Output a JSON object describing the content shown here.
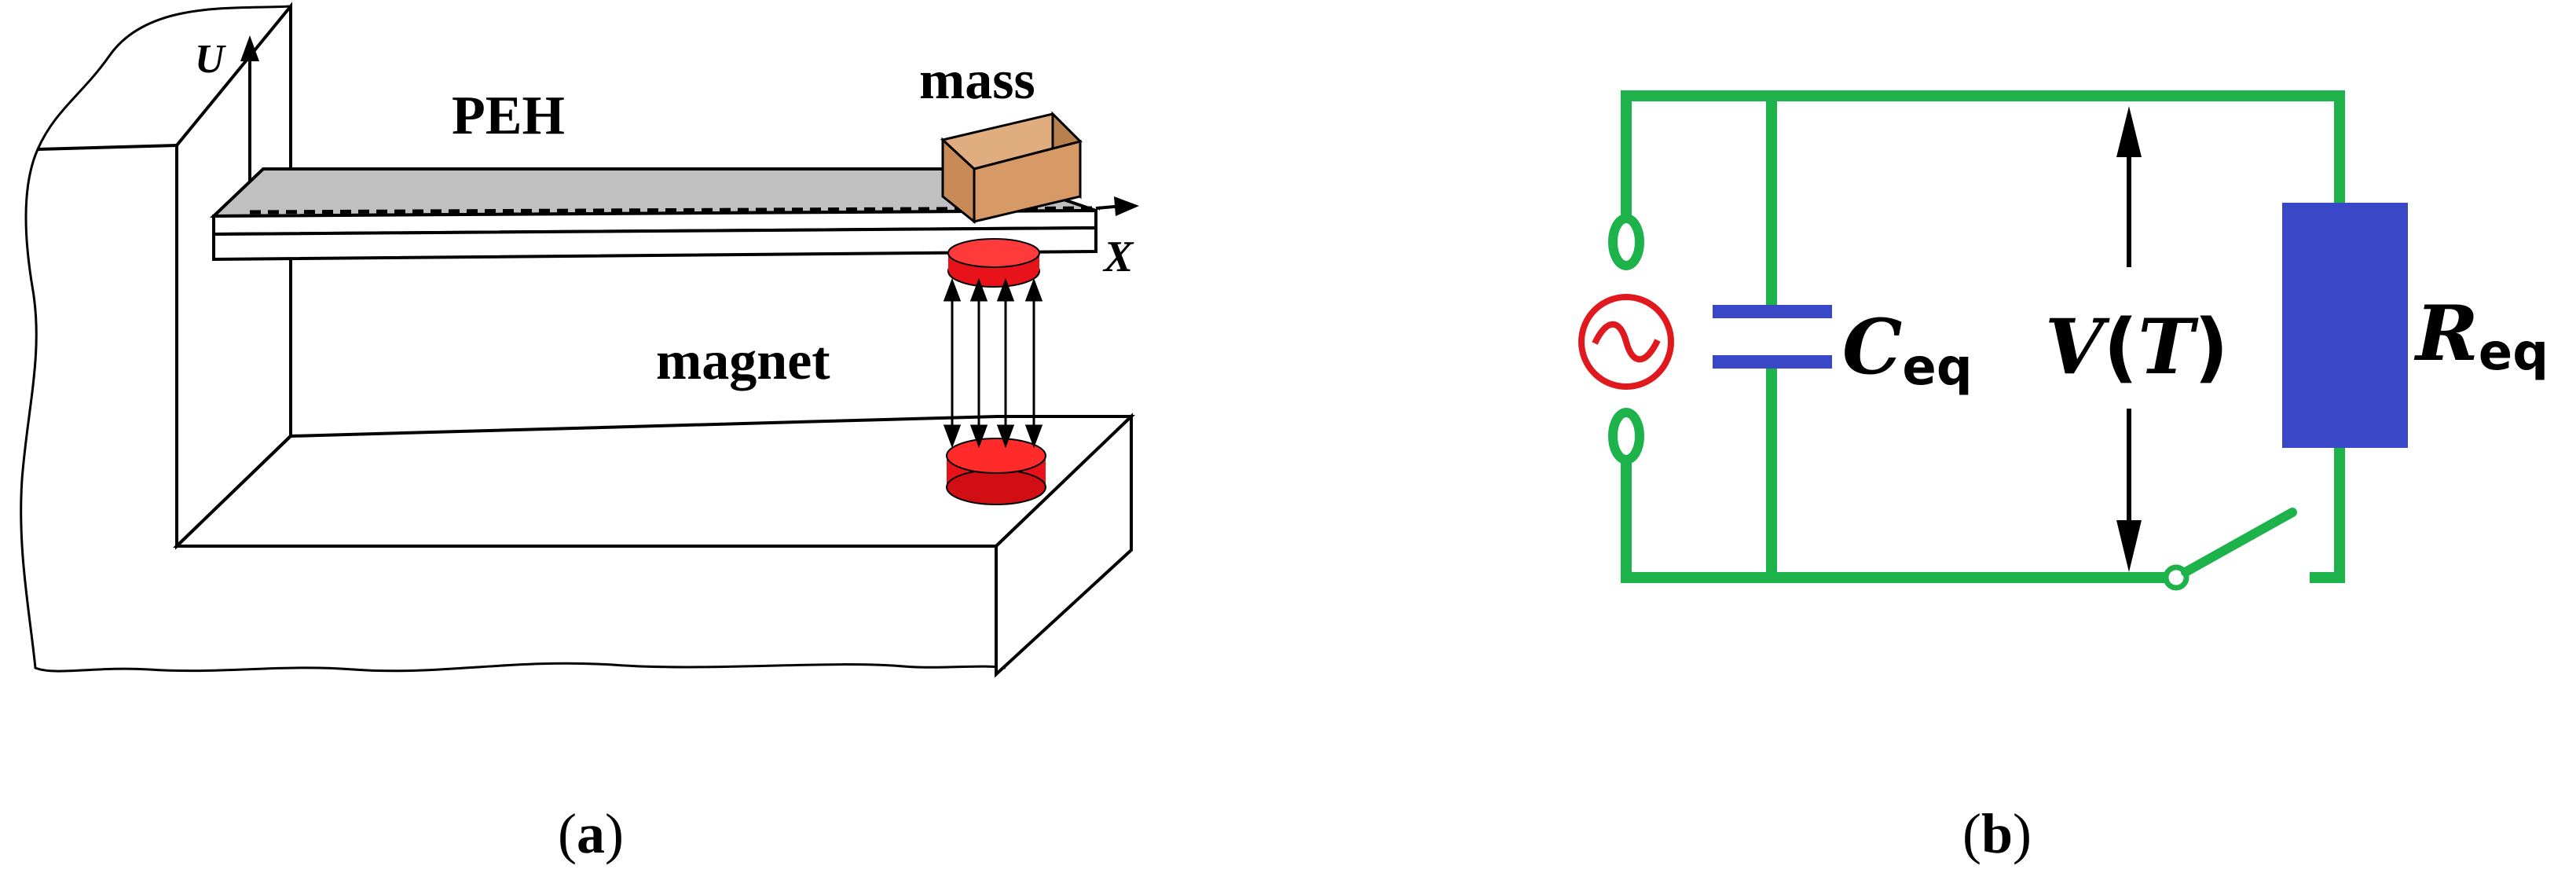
{
  "panel_a": {
    "label_U": "U",
    "label_PEH": "PEH",
    "label_mass": "mass",
    "label_X": "X",
    "label_magnet": "magnet",
    "caption_open": "(",
    "caption_letter": "a",
    "caption_close": ")"
  },
  "panel_b": {
    "label_C": "C",
    "label_C_sub": "eq",
    "label_V": "V",
    "label_V_paren_open": "(",
    "label_V_T": "T",
    "label_V_paren_close": ")",
    "label_R": "R",
    "label_R_sub": "eq",
    "caption_open": "(",
    "caption_letter": "b",
    "caption_close": ")"
  },
  "colors": {
    "wire": "#1DB24A",
    "capacitor": "#3A48C8",
    "resistor": "#3A48C8",
    "source": "#E0191E",
    "mass": "#D79A66",
    "beam": "#C0C0C0",
    "magnet": "#E8131A"
  }
}
